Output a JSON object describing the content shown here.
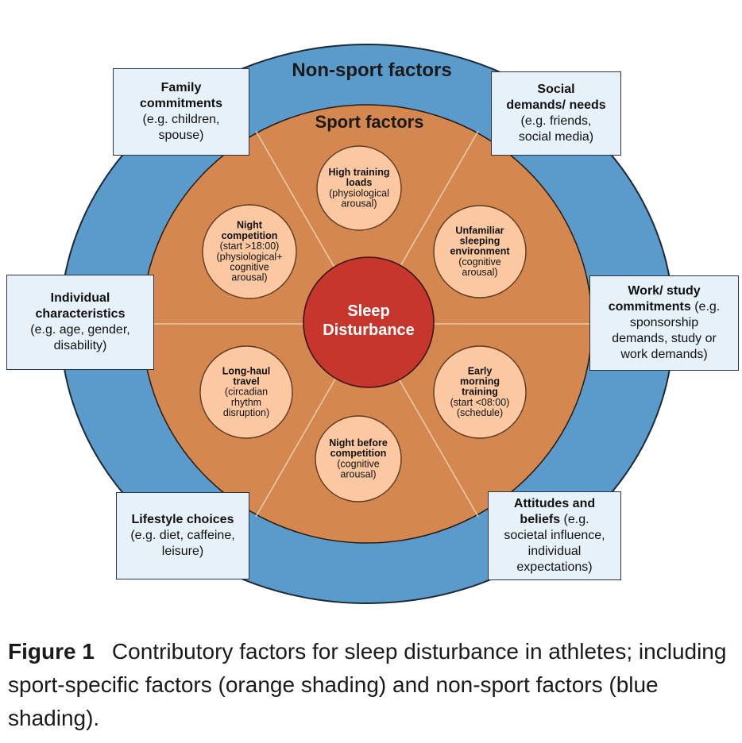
{
  "diagram": {
    "outer_title": "Non-sport factors",
    "inner_title": "Sport factors",
    "center": {
      "line1": "Sleep",
      "line2": "Disturbance"
    },
    "sport_factors": [
      {
        "bold": [
          "High training",
          "loads"
        ],
        "normal": [
          "(physiological",
          "arousal)"
        ]
      },
      {
        "bold": [
          "Unfamiliar",
          "sleeping",
          "environment"
        ],
        "normal": [
          "(cognitive",
          "arousal)"
        ]
      },
      {
        "bold": [
          "Early",
          "morning",
          "training"
        ],
        "normal": [
          "(start <08:00)",
          "(schedule)"
        ]
      },
      {
        "bold": [
          "Night before",
          "competition"
        ],
        "normal": [
          "(cognitive",
          "arousal)"
        ]
      },
      {
        "bold": [
          "Long-haul",
          "travel"
        ],
        "normal": [
          "(circadian",
          "rhythm",
          "disruption)"
        ]
      },
      {
        "bold": [
          "Night",
          "competition"
        ],
        "normal": [
          "(start >18:00)",
          "(physiological+",
          "cognitive",
          "arousal)"
        ]
      }
    ],
    "non_sport_factors": {
      "family": {
        "bold1": "Family",
        "bold2": "commitments",
        "rest1": "(e.g. children,",
        "rest2": "spouse)"
      },
      "social": {
        "bold1": "Social",
        "bold2": "demands/ needs",
        "rest1": "(e.g. friends,",
        "rest2": "social media)"
      },
      "individual": {
        "bold1": "Individual",
        "bold2": "characteristics",
        "rest1": "(e.g. age, gender,",
        "rest2": "disability)"
      },
      "work": {
        "bold1": "Work/ study",
        "bold2": "commitments",
        "rest_inline": " (e.g.",
        "rest1": "sponsorship",
        "rest2": "demands, study or",
        "rest3": "work demands)"
      },
      "lifestyle": {
        "bold1": "Lifestyle choices",
        "rest1": "(e.g. diet, caffeine,",
        "rest2": "leisure)"
      },
      "attitudes": {
        "bold1": "Attitudes and",
        "bold2": "beliefs",
        "rest_inline": " (e.g.",
        "rest1": "societal influence,",
        "rest2": "individual",
        "rest3": "expectations)"
      }
    },
    "colors": {
      "outer_ring": "#5b9bcc",
      "sport_area": "#d4884f",
      "sport_circle": "#fbc8a1",
      "center": "#c6362c",
      "box_fill": "#e6f1fa"
    }
  },
  "caption": {
    "label": "Figure 1",
    "text": "Contributory factors for sleep disturbance in athletes; including sport-specific factors (orange shading) and non-sport factors (blue shading)."
  }
}
